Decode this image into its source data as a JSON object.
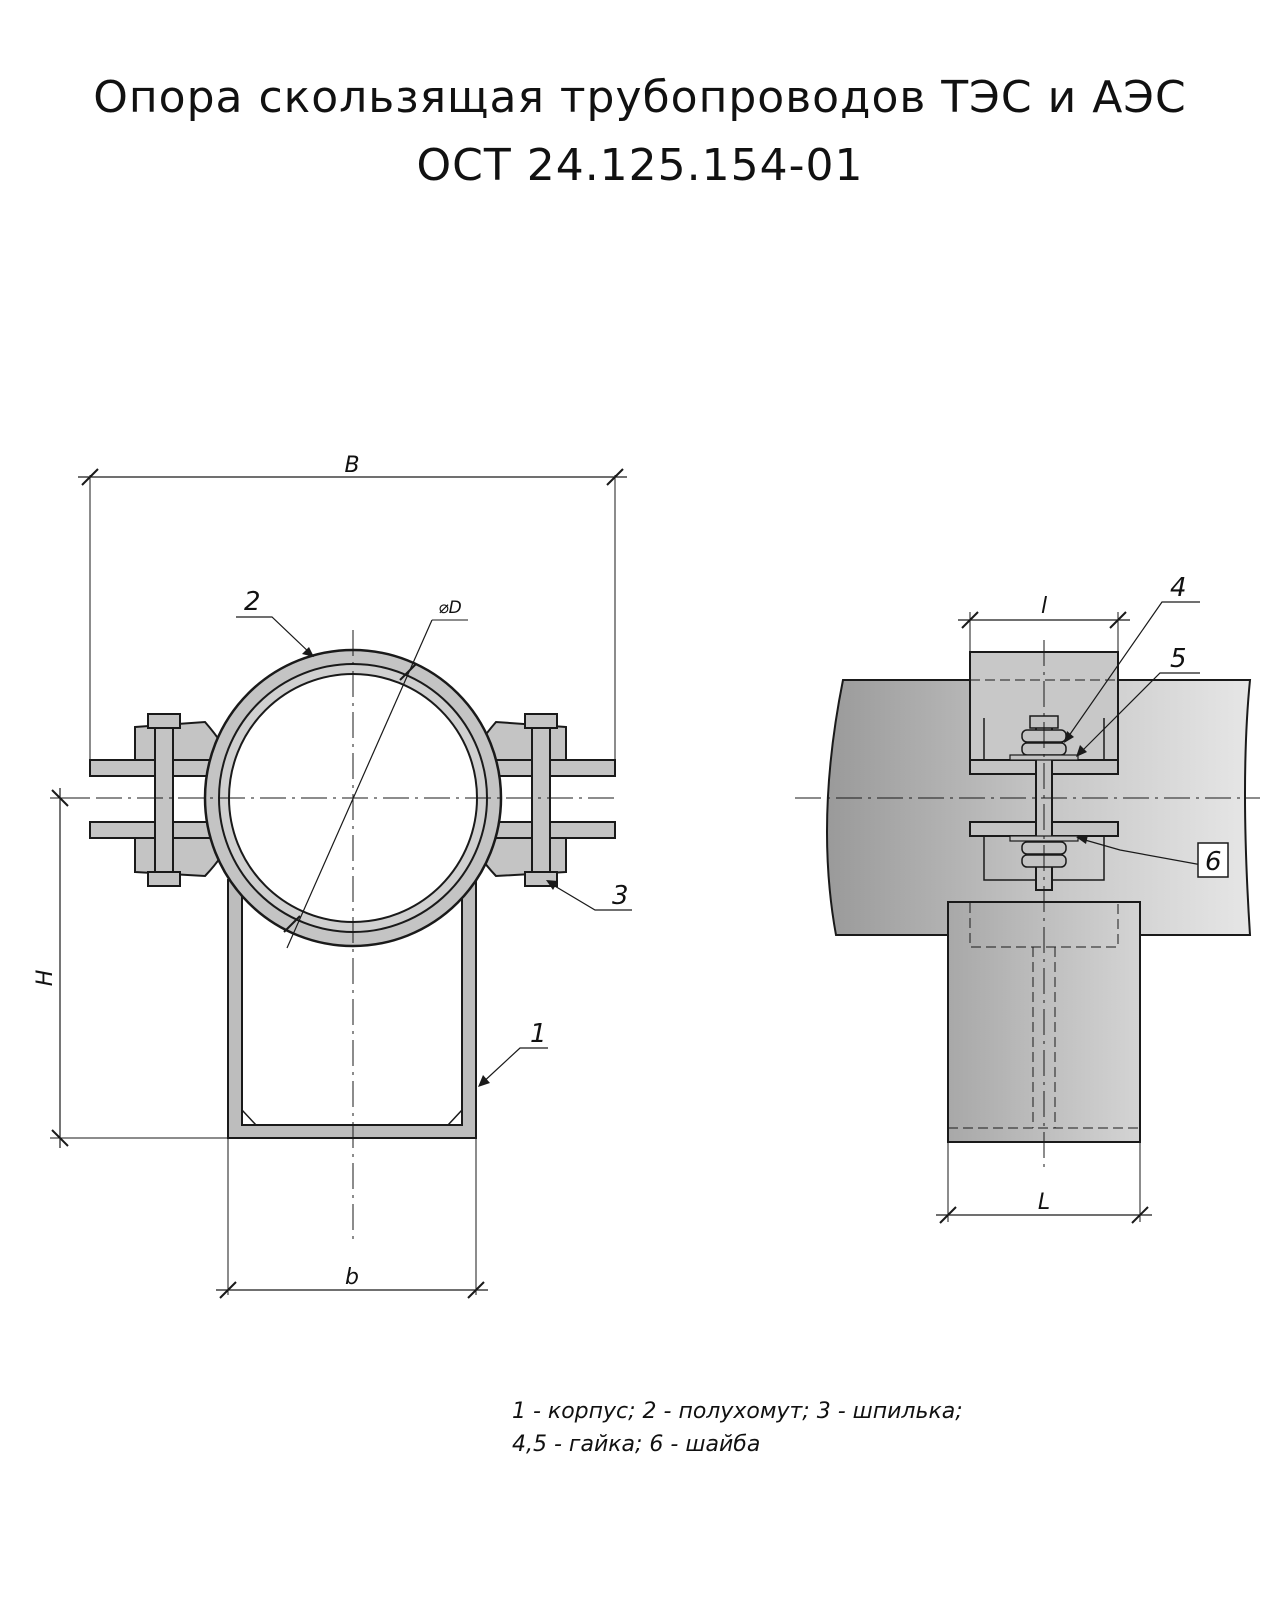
{
  "title": {
    "line1": "Опора скользящая трубопроводов ТЭС и АЭС",
    "line2": "ОСТ 24.125.154-01"
  },
  "dimensions": {
    "B": "B",
    "H": "H",
    "b": "b",
    "D": "⌀D",
    "l": "l",
    "L": "L"
  },
  "callouts": {
    "c1": "1",
    "c2": "2",
    "c3": "3",
    "c4": "4",
    "c5": "5",
    "c6": "6"
  },
  "legend": {
    "line1": "1 - корпус; 2 - полухомут; 3 - шпилька;",
    "line2": "4,5 - гайка; 6 - шайба"
  },
  "colors": {
    "line": "#1a1a1a",
    "metal_fill": "#c4c4c4",
    "pipe_fill": "#b8b8b8"
  }
}
